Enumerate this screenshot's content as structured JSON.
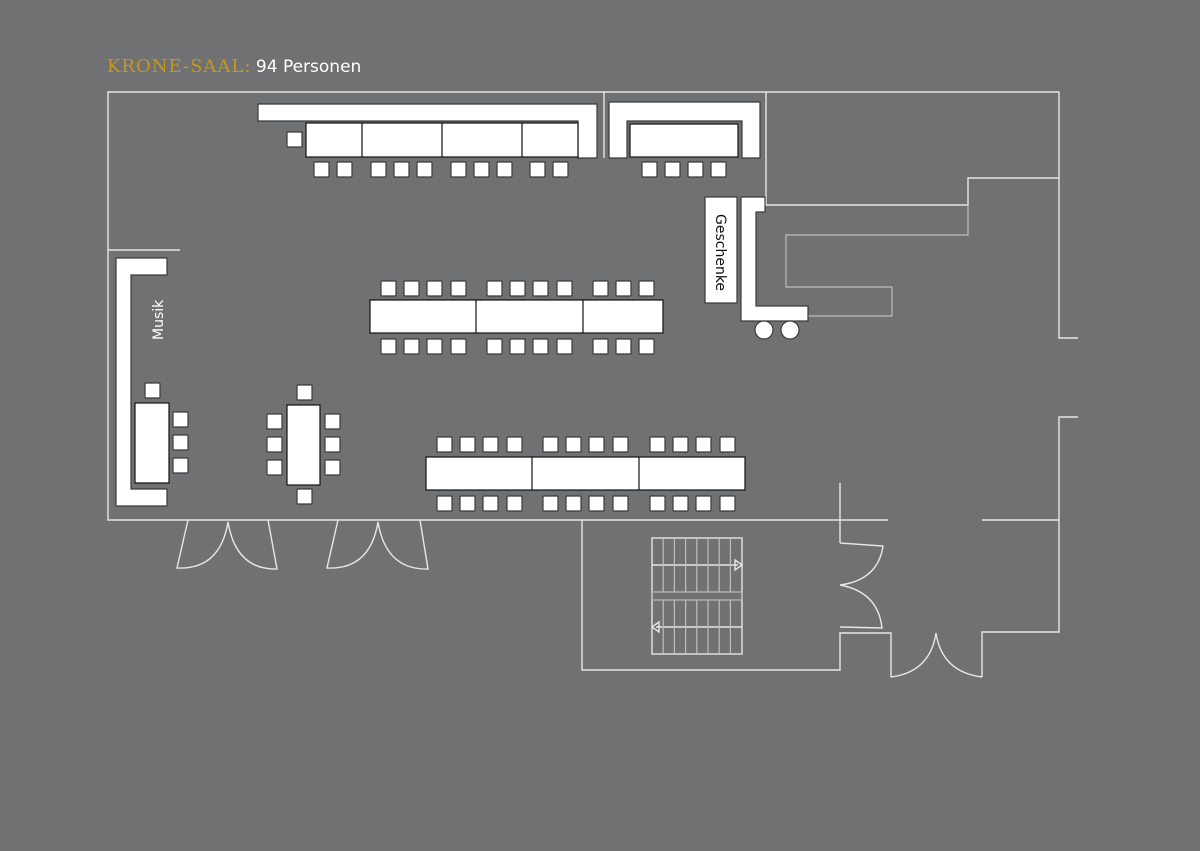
{
  "header": {
    "hall_name": "KRONE-SAAL:",
    "capacity_text": "94 Personen"
  },
  "labels": {
    "music": "Musik",
    "gifts": "Geschenke"
  },
  "colors": {
    "background": "#707173",
    "hall_name": "#c8961e",
    "capacity_text": "#ffffff",
    "walls": "#e6e6e6",
    "furniture": "#ffffff"
  }
}
